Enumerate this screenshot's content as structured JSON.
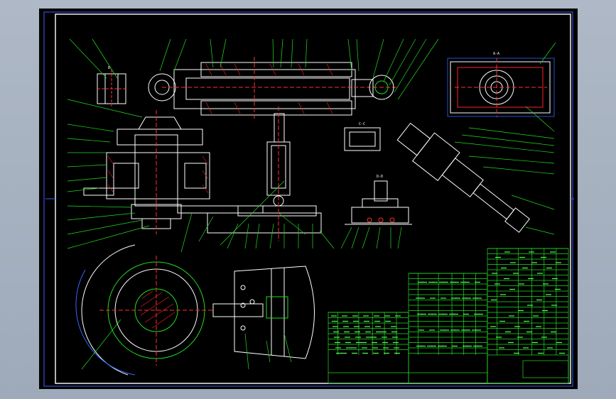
{
  "drawing": {
    "background": "#000000",
    "colors": {
      "border": "#ffffff",
      "outer_border": "#3f5cff",
      "leaders": "#22dd22",
      "section": "#ffffff",
      "center": "#ff3030",
      "hatch": "#ff2222",
      "dim": "#3366ff",
      "title_block": "#22dd22"
    },
    "view_labels": {
      "detail_a": "B",
      "top_right": "A-A",
      "mid_view": "C-C",
      "bottom_mid": "D-D"
    }
  },
  "title_block": {
    "rows": 22,
    "cols": 12
  }
}
